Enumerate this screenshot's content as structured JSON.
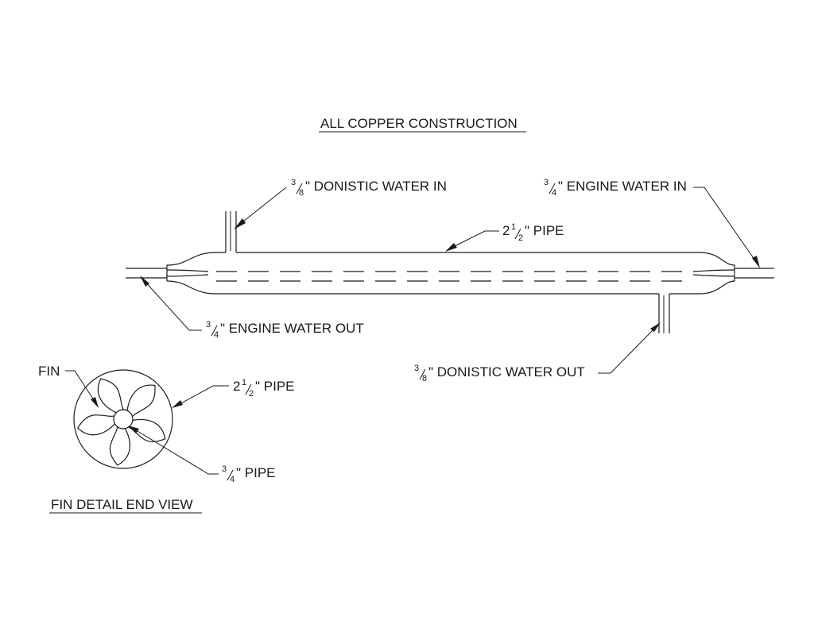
{
  "title": "ALL COPPER CONSTRUCTION",
  "labels": {
    "domestic_in": {
      "num": "3",
      "den": "8",
      "text": "\" DONISTIC WATER IN"
    },
    "engine_in": {
      "num": "3",
      "den": "4",
      "text": "\" ENGINE WATER IN"
    },
    "main_pipe": {
      "whole": "2",
      "num": "1",
      "den": "2",
      "text": "\" PIPE"
    },
    "engine_out": {
      "num": "3",
      "den": "4",
      "text": "\" ENGINE WATER OUT"
    },
    "domestic_out": {
      "num": "3",
      "den": "8",
      "text": "\" DONISTIC WATER OUT"
    },
    "fin": "FIN",
    "detail_pipe": {
      "whole": "2",
      "num": "1",
      "den": "2",
      "text": "\" PIPE"
    },
    "inner_pipe": {
      "num": "3",
      "den": "4",
      "text": "\" PIPE"
    },
    "detail_title": "FIN DETAIL END VIEW"
  },
  "fin_count": 5
}
